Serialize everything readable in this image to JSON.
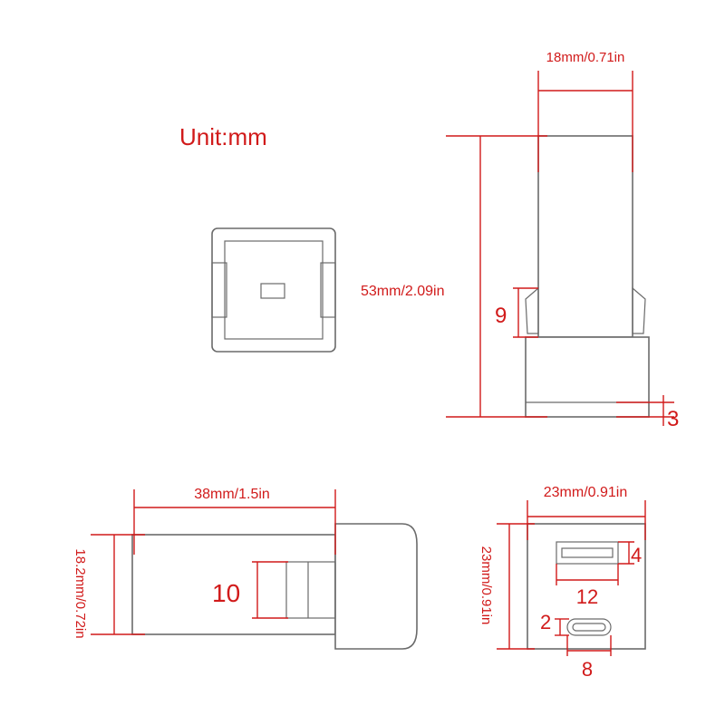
{
  "unit_label": "Unit:mm",
  "views": {
    "top_view": {
      "width": "18mm/0.71in",
      "height": "53mm/2.09in",
      "clip_height": "9",
      "base_thickness": "3"
    },
    "side_view": {
      "length": "38mm/1.5in",
      "height": "18.2mm/0.72in",
      "plug_depth": "10"
    },
    "front_view": {
      "width": "23mm/0.91in",
      "height": "23mm/0.91in",
      "usb_a_width": "12",
      "usb_a_height": "4",
      "usb_c_width": "8",
      "usb_c_height": "2"
    }
  },
  "colors": {
    "dimension": "#d11a1a",
    "outline": "#6a6a6a"
  }
}
